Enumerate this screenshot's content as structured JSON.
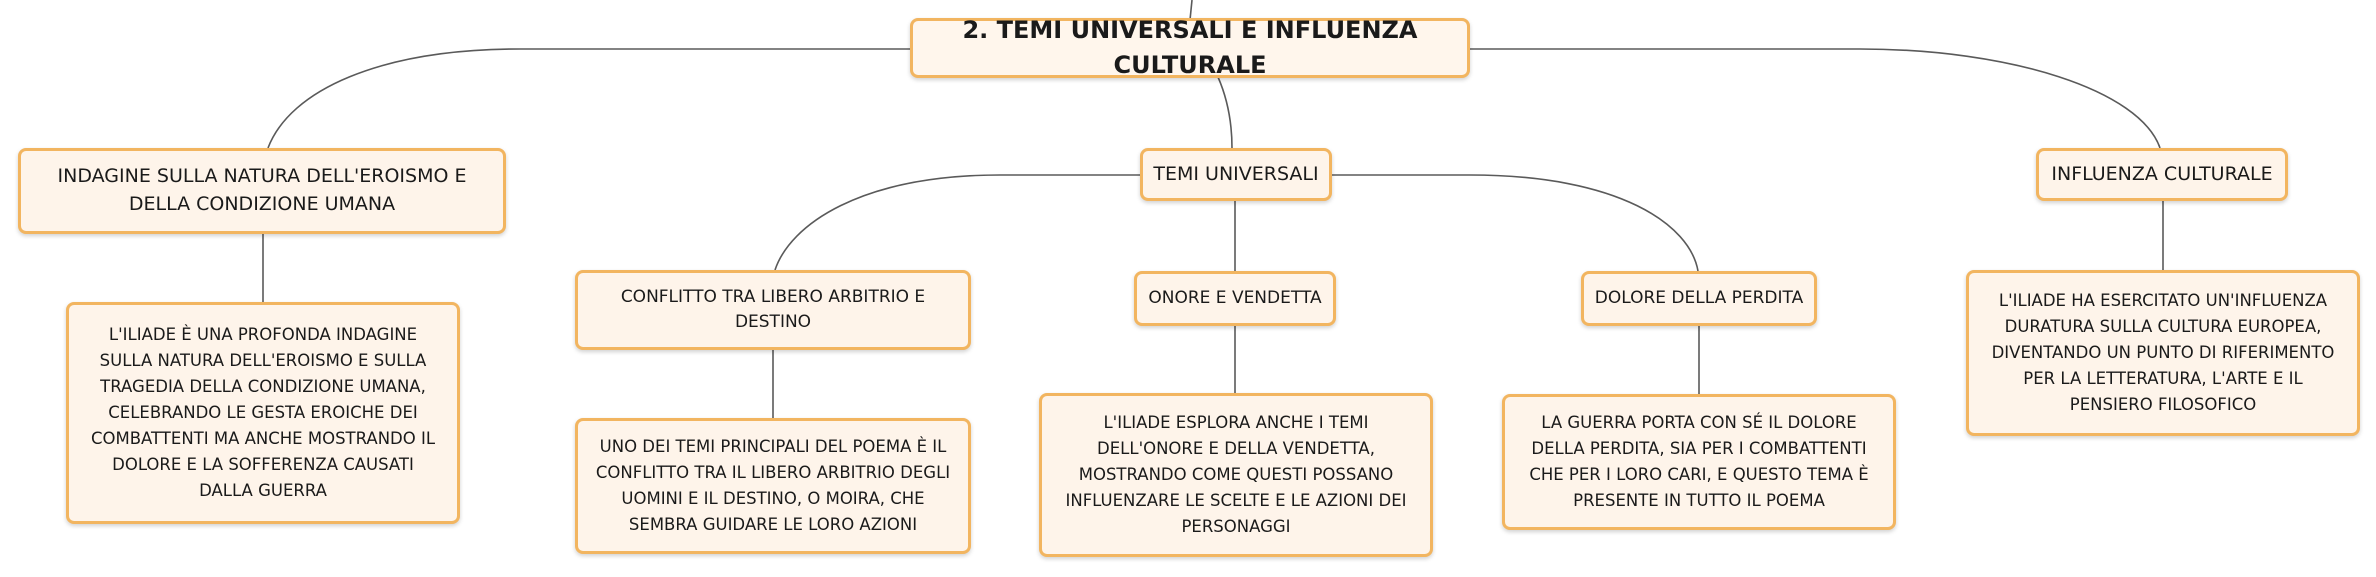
{
  "diagram": {
    "root": {
      "label": "2. TEMI UNIVERSALI E INFLUENZA CULTURALE"
    },
    "branches": {
      "eroismo": {
        "label": "INDAGINE SULLA NATURA DELL'EROISMO E DELLA CONDIZIONE UMANA",
        "detail": "L'ILIADE È UNA PROFONDA INDAGINE SULLA NATURA DELL'EROISMO E SULLA TRAGEDIA DELLA CONDIZIONE UMANA, CELEBRANDO LE GESTA EROICHE DEI COMBATTENTI MA ANCHE MOSTRANDO IL DOLORE E LA SOFFERENZA CAUSATI DALLA GUERRA"
      },
      "temi": {
        "label": "TEMI UNIVERSALI",
        "children": {
          "conflitto": {
            "label": "CONFLITTO TRA LIBERO ARBITRIO E DESTINO",
            "detail": "UNO DEI TEMI PRINCIPALI DEL POEMA È IL CONFLITTO TRA IL LIBERO ARBITRIO DEGLI UOMINI E IL DESTINO, O MOIRA, CHE SEMBRA GUIDARE LE LORO AZIONI"
          },
          "onore": {
            "label": "ONORE E VENDETTA",
            "detail": "L'ILIADE ESPLORA ANCHE I TEMI DELL'ONORE E DELLA VENDETTA, MOSTRANDO COME QUESTI POSSANO INFLUENZARE LE SCELTE E LE AZIONI DEI PERSONAGGI"
          },
          "dolore": {
            "label": "DOLORE DELLA PERDITA",
            "detail": "LA GUERRA PORTA CON SÉ IL DOLORE DELLA PERDITA, SIA PER I COMBATTENTI CHE PER I LORO CARI, E QUESTO TEMA È PRESENTE IN TUTTO IL POEMA"
          }
        }
      },
      "influenza": {
        "label": "INFLUENZA CULTURALE",
        "detail": "L'ILIADE HA ESERCITATO UN'INFLUENZA DURATURA SULLA CULTURA EUROPEA, DIVENTANDO UN PUNTO DI RIFERIMENTO PER LA LETTERATURA, L'ARTE E IL PENSIERO FILOSOFICO"
      }
    }
  }
}
